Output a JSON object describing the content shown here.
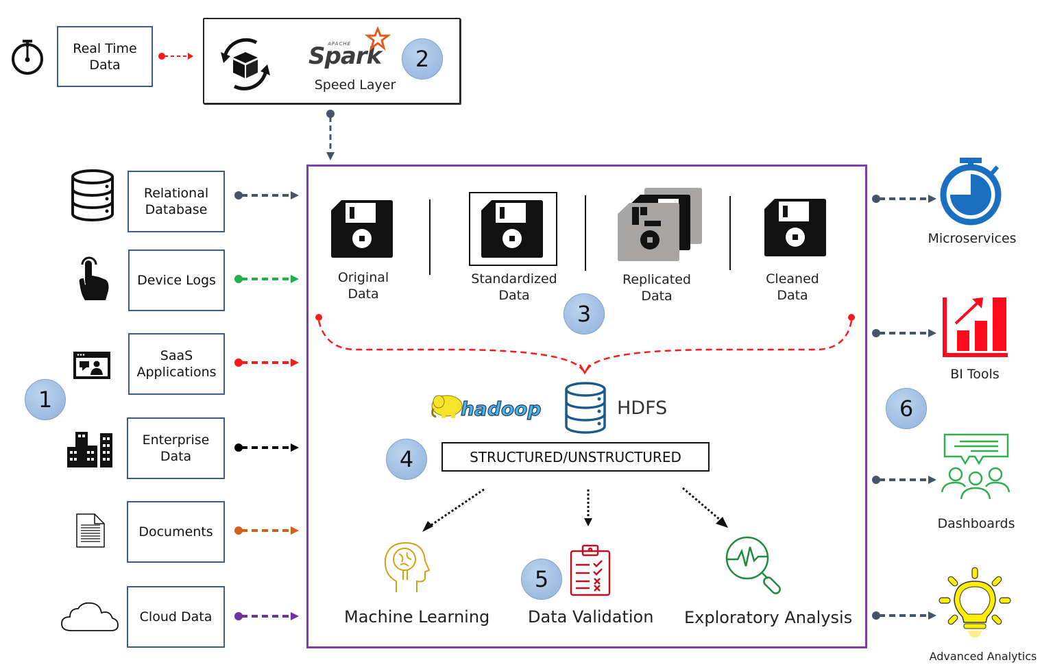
{
  "speed_layer": {
    "source_label": "Real Time\nData",
    "brand_small": "APACHE",
    "brand": "Spark",
    "caption": "Speed Layer",
    "step": "2"
  },
  "sources": {
    "step": "1",
    "items": [
      {
        "label": "Relational\nDatabase",
        "icon": "database-icon",
        "arrow_color": "#44546a"
      },
      {
        "label": "Device Logs",
        "icon": "touch-hand-icon",
        "arrow_color": "#22b04b"
      },
      {
        "label": "SaaS\nApplications",
        "icon": "web-app-icon",
        "arrow_color": "#ff1a1a"
      },
      {
        "label": "Enterprise\nData",
        "icon": "buildings-icon",
        "arrow_color": "#000000"
      },
      {
        "label": "Documents",
        "icon": "document-icon",
        "arrow_color": "#d2601a"
      },
      {
        "label": "Cloud Data",
        "icon": "cloud-icon",
        "arrow_color": "#7030a0"
      }
    ]
  },
  "storage_stages": {
    "step": "3",
    "items": [
      {
        "label": "Original\nData",
        "icon": "floppy-disk-icon"
      },
      {
        "label": "Standardized\nData",
        "icon": "floppy-disk-icon"
      },
      {
        "label": "Replicated\nData",
        "icon": "stacked-floppy-icon"
      },
      {
        "label": "Cleaned\nData",
        "icon": "floppy-disk-icon"
      }
    ]
  },
  "hdfs": {
    "hadoop_logo": "hadoop",
    "label": "HDFS",
    "structured_label": "STRUCTURED/UNSTRUCTURED",
    "step": "4"
  },
  "processing": {
    "step": "5",
    "items": [
      {
        "label": "Machine Learning",
        "icon": "brain-head-icon",
        "color": "#d4a017"
      },
      {
        "label": "Data Validation",
        "icon": "clipboard-checklist-icon",
        "color": "#c0101e"
      },
      {
        "label": "Exploratory Analysis",
        "icon": "magnifier-pulse-icon",
        "color": "#1f8a3c"
      }
    ]
  },
  "outputs": {
    "step": "6",
    "items": [
      {
        "label": "Microservices",
        "icon": "stopwatch-icon",
        "color": "#1b6fc0"
      },
      {
        "label": "BI Tools",
        "icon": "bar-chart-growth-icon",
        "color": "#ff0a1a"
      },
      {
        "label": "Dashboards",
        "icon": "team-discussion-icon",
        "color": "#2db04b"
      },
      {
        "label": "Advanced Analytics",
        "icon": "lightbulb-icon",
        "color": "#ffee00"
      }
    ]
  },
  "colors": {
    "main_border": "#7b3fb0",
    "arrow_default": "#44546a",
    "curve": "#ff1a1a"
  }
}
